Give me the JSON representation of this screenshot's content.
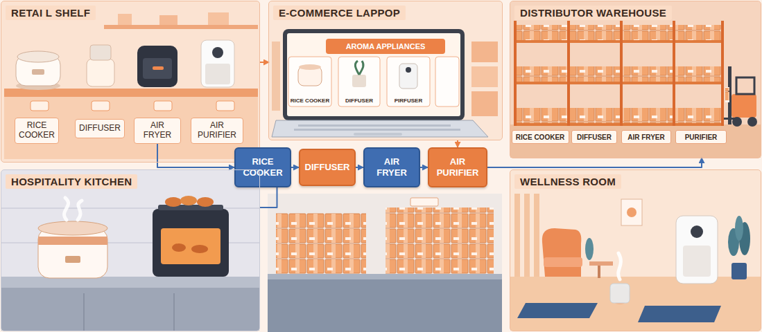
{
  "diagram": {
    "nodes": [
      {
        "text": [
          "RETAI L SHELF"
        ]
      },
      {
        "text": [
          "RICE COOKER"
        ],
        "in": 0
      },
      {
        "text": [
          "DIFFUSER"
        ],
        "in": 0
      },
      {
        "text": [
          "AIR FRYER"
        ],
        "in": 0
      },
      {
        "text": [
          "AIR PURIFIER"
        ],
        "in": 0
      },
      {
        "text": [
          "E-COMMERCE LAPPOP"
        ]
      },
      {
        "text": [
          "AROMA APPLIANCES"
        ],
        "in": 5
      },
      {
        "text": [
          "RICE COOKER"
        ],
        "in": 5
      },
      {
        "text": [
          "DIFFUSER"
        ],
        "in": 5
      },
      {
        "text": [
          "PIRFUSER"
        ],
        "in": 5
      },
      {
        "text": [
          "DISTRIBUTOR WAREHOUSE"
        ]
      },
      {
        "text": [
          "RICE COOKER"
        ],
        "in": 10
      },
      {
        "text": [
          "DIFFUSER"
        ],
        "in": 10
      },
      {
        "text": [
          "AIR FRYER"
        ],
        "in": 10
      },
      {
        "text": [
          "PURIFIER"
        ],
        "in": 10
      },
      {
        "text": [
          "RICE COOKER"
        ]
      },
      {
        "text": [
          "DIFFUSER"
        ]
      },
      {
        "text": [
          "AIR FRYER"
        ]
      },
      {
        "text": [
          "AIR PURIFIER"
        ]
      },
      {
        "text": [
          "HOSPITALITY KITCHEN"
        ]
      },
      {
        "text": [
          "WELLNESS ROOM"
        ]
      }
    ],
    "edges": [
      {
        "from": 0,
        "to": 5,
        "arrow": "to"
      },
      {
        "from": 3,
        "to": 15,
        "arrow": "to"
      },
      {
        "from": 15,
        "to": 16,
        "arrow": "to"
      },
      {
        "from": 16,
        "to": 17,
        "arrow": "to"
      },
      {
        "from": 17,
        "to": 18,
        "arrow": "to"
      },
      {
        "from": 18,
        "to": 10,
        "arrow": "to"
      },
      {
        "from": 5,
        "to": 18,
        "arrow": "to"
      },
      {
        "from": 15,
        "to": 19,
        "arrow": "none"
      }
    ]
  }
}
